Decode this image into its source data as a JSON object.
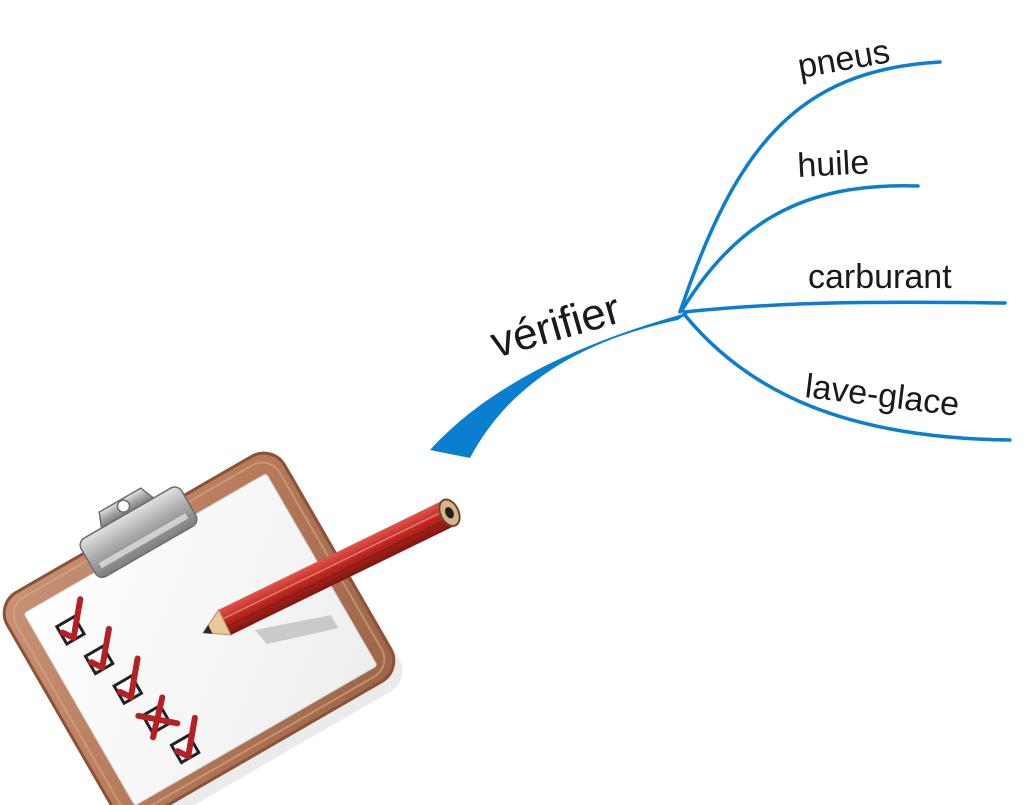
{
  "mindmap": {
    "central": {
      "label": "vérifier",
      "icon": "clipboard-checklist-icon"
    },
    "branches": [
      {
        "label": "pneus"
      },
      {
        "label": "huile"
      },
      {
        "label": "carburant"
      },
      {
        "label": "lave-glace"
      }
    ],
    "colors": {
      "branch": "#0a7fd0",
      "text": "#1a1a1a",
      "clipboard_board": "#b47a58",
      "clipboard_border": "#8a5236",
      "check_mark": "#b52025",
      "pencil": "#b9261e"
    }
  },
  "checklist": {
    "items": [
      {
        "mark": "check"
      },
      {
        "mark": "check"
      },
      {
        "mark": "check"
      },
      {
        "mark": "cross"
      },
      {
        "mark": "check"
      }
    ]
  }
}
